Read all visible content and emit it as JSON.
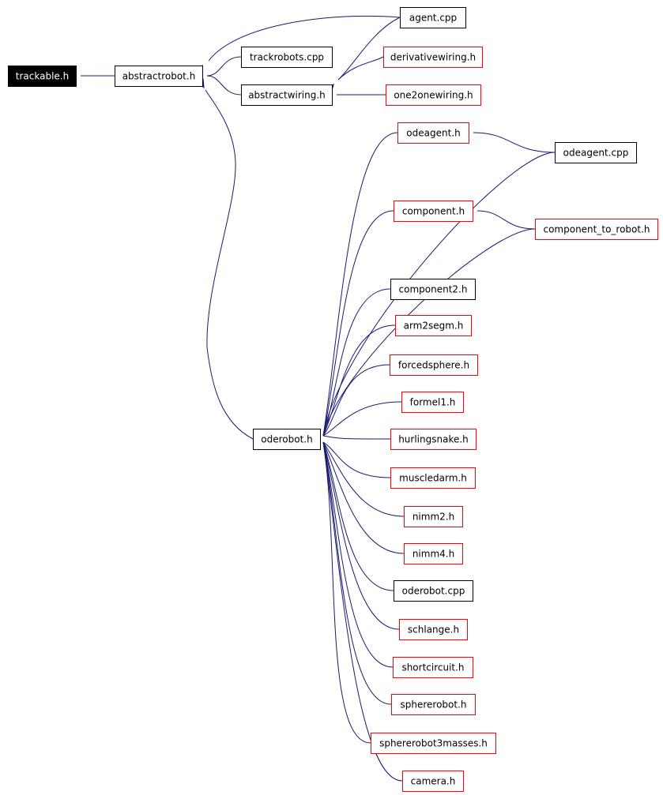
{
  "nodes": [
    {
      "id": "trackable",
      "label": "trackable.h",
      "style": "root"
    },
    {
      "id": "abstractrobot",
      "label": "abstractrobot.h",
      "style": "black"
    },
    {
      "id": "agent",
      "label": "agent.cpp",
      "style": "black"
    },
    {
      "id": "trackrobots",
      "label": "trackrobots.cpp",
      "style": "black"
    },
    {
      "id": "derivativewiring",
      "label": "derivativewiring.h",
      "style": "red"
    },
    {
      "id": "abstractwiring",
      "label": "abstractwiring.h",
      "style": "black"
    },
    {
      "id": "one2onewiring",
      "label": "one2onewiring.h",
      "style": "red"
    },
    {
      "id": "odeagent_h",
      "label": "odeagent.h",
      "style": "red"
    },
    {
      "id": "odeagent_cpp",
      "label": "odeagent.cpp",
      "style": "black"
    },
    {
      "id": "component",
      "label": "component.h",
      "style": "red"
    },
    {
      "id": "component_to_robot",
      "label": "component_to_robot.h",
      "style": "red"
    },
    {
      "id": "component2",
      "label": "component2.h",
      "style": "black"
    },
    {
      "id": "arm2segm",
      "label": "arm2segm.h",
      "style": "red"
    },
    {
      "id": "forcedsphere",
      "label": "forcedsphere.h",
      "style": "red"
    },
    {
      "id": "formel1",
      "label": "formel1.h",
      "style": "red"
    },
    {
      "id": "oderobot",
      "label": "oderobot.h",
      "style": "black"
    },
    {
      "id": "hurlingsnake",
      "label": "hurlingsnake.h",
      "style": "red"
    },
    {
      "id": "muscledarm",
      "label": "muscledarm.h",
      "style": "red"
    },
    {
      "id": "nimm2",
      "label": "nimm2.h",
      "style": "red"
    },
    {
      "id": "nimm4",
      "label": "nimm4.h",
      "style": "red"
    },
    {
      "id": "oderobot_cpp",
      "label": "oderobot.cpp",
      "style": "black"
    },
    {
      "id": "schlange",
      "label": "schlange.h",
      "style": "red"
    },
    {
      "id": "shortcircuit",
      "label": "shortcircuit.h",
      "style": "red"
    },
    {
      "id": "sphererobot",
      "label": "sphererobot.h",
      "style": "red"
    },
    {
      "id": "sphererobot3masses",
      "label": "sphererobot3masses.h",
      "style": "red"
    },
    {
      "id": "camera",
      "label": "camera.h",
      "style": "red"
    }
  ],
  "edges": [
    [
      "abstractrobot",
      "trackable"
    ],
    [
      "agent",
      "abstractrobot"
    ],
    [
      "trackrobots",
      "abstractrobot"
    ],
    [
      "abstractwiring",
      "abstractrobot"
    ],
    [
      "oderobot",
      "abstractrobot"
    ],
    [
      "agent",
      "abstractwiring"
    ],
    [
      "derivativewiring",
      "abstractwiring"
    ],
    [
      "one2onewiring",
      "abstractwiring"
    ],
    [
      "odeagent_cpp",
      "odeagent_h"
    ],
    [
      "component_to_robot",
      "component"
    ],
    [
      "odeagent_h",
      "oderobot"
    ],
    [
      "odeagent_cpp",
      "oderobot"
    ],
    [
      "component",
      "oderobot"
    ],
    [
      "component_to_robot",
      "oderobot"
    ],
    [
      "component2",
      "oderobot"
    ],
    [
      "arm2segm",
      "oderobot"
    ],
    [
      "forcedsphere",
      "oderobot"
    ],
    [
      "formel1",
      "oderobot"
    ],
    [
      "hurlingsnake",
      "oderobot"
    ],
    [
      "muscledarm",
      "oderobot"
    ],
    [
      "nimm2",
      "oderobot"
    ],
    [
      "nimm4",
      "oderobot"
    ],
    [
      "oderobot_cpp",
      "oderobot"
    ],
    [
      "schlange",
      "oderobot"
    ],
    [
      "shortcircuit",
      "oderobot"
    ],
    [
      "sphererobot",
      "oderobot"
    ],
    [
      "sphererobot3masses",
      "oderobot"
    ],
    [
      "camera",
      "oderobot"
    ]
  ],
  "colors": {
    "edge": "#191970",
    "node_border_black": "#000000",
    "node_border_red": "#ff0000",
    "root_fill": "#000000",
    "root_text": "#ffffff"
  }
}
